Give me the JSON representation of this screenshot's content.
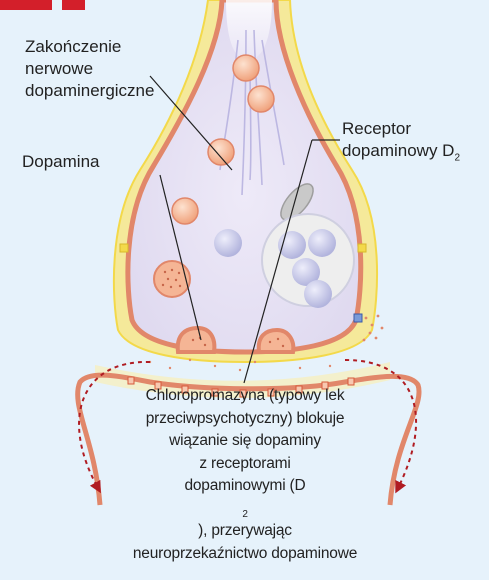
{
  "labels": {
    "nerve_ending": [
      "Zakończenie",
      "nerwowe",
      "dopaminergiczne"
    ],
    "dopamine": "Dopamina",
    "receptor_line1": "Receptor",
    "receptor_line2": "dopaminowy D",
    "receptor_sub": "2"
  },
  "caption": {
    "line1": "Chloropromazyna (typowy lek",
    "line2": "przeciwpsychotyczny) blokuje",
    "line3": "wiązanie się dopaminy",
    "line4": "z receptorami",
    "line5_pre": "dopaminowymi (D",
    "line5_sub": "2",
    "line5_post": "), przerywając",
    "line6": "neuroprzekaźnictwo dopaminowe"
  },
  "colors": {
    "background": "#e6f2fb",
    "membrane": "#e1876a",
    "glia": "#f5e99a",
    "cytoplasm": "#e6e2f3",
    "vesicle": "#f5b595",
    "arrow": "#b01c22",
    "top_header": "#d31f2a"
  }
}
